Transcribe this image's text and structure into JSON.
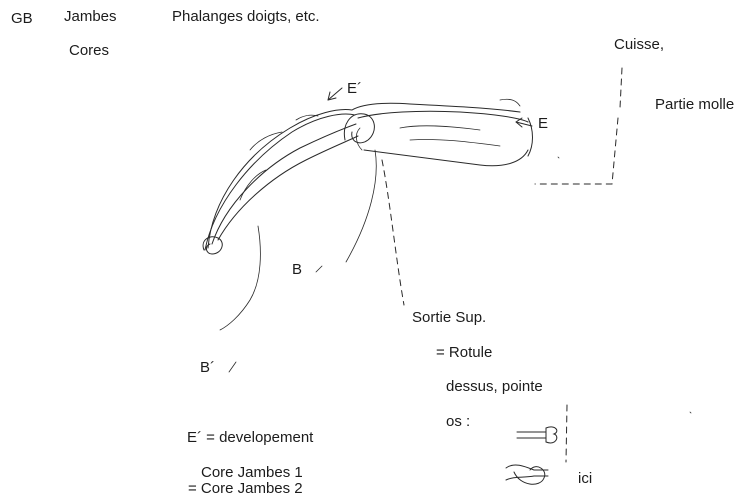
{
  "labels": {
    "gb": "GB",
    "jambes": "Jambes",
    "cores": "Cores",
    "phalanges": "Phalanges doigts,  etc.",
    "cuisse": "Cuisse,",
    "partie_molle": "Partie molle",
    "e_prime": "E´",
    "e": "E",
    "b": "B",
    "b_prime": "B´",
    "sortie_sup": "Sortie Sup.",
    "rotule": "= Rotule",
    "dessus_pointe": "dessus, pointe",
    "os": "os :",
    "e_prime_def": "E´ = developement",
    "core_jambes_1": "Core Jambes 1",
    "core_jambes_2": "= Core Jambes 2",
    "ici": "ici"
  },
  "colors": {
    "ink": "#2a2a2a",
    "background": "#ffffff"
  }
}
